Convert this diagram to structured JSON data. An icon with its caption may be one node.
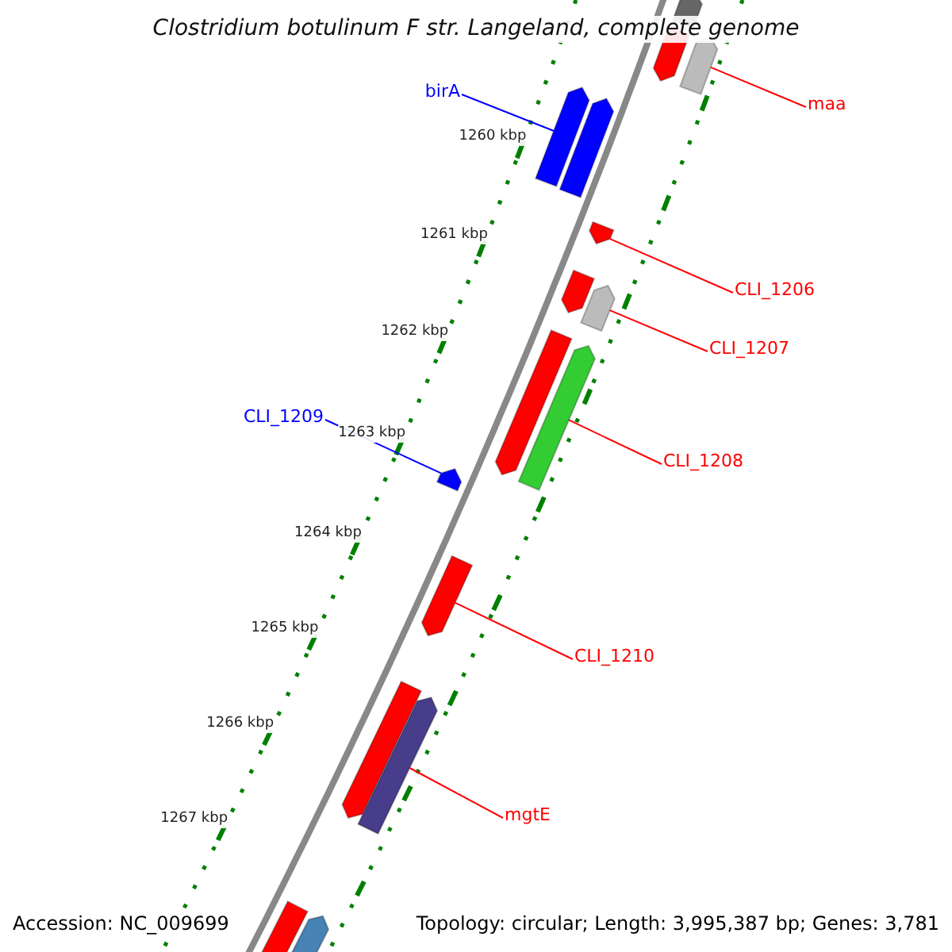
{
  "diagram": {
    "title": "Clostridium botulinum F str. Langeland, complete genome",
    "nodes": [
      {
        "text": [
          "birA"
        ]
      },
      {
        "text": [],
        "shape": "bar"
      },
      {
        "text": [
          "maa"
        ]
      },
      {
        "text": [],
        "shape": "bar"
      },
      {
        "text": [
          "CLI_1206"
        ]
      },
      {
        "text": [],
        "shape": "bar"
      },
      {
        "text": [
          "CLI_1207"
        ]
      },
      {
        "text": [],
        "shape": "bar"
      },
      {
        "text": [
          "CLI_1208"
        ]
      },
      {
        "text": [],
        "shape": "bar"
      },
      {
        "text": [
          "CLI_1209"
        ]
      },
      {
        "text": [],
        "shape": "bar"
      },
      {
        "text": [
          "CLI_1210"
        ]
      },
      {
        "text": [],
        "shape": "bar"
      },
      {
        "text": [
          "mgtE"
        ]
      },
      {
        "text": [],
        "shape": "bar"
      },
      {
        "text": [],
        "shape": "bar"
      },
      {
        "text": [],
        "shape": "bar"
      },
      {
        "text": [],
        "shape": "bar"
      },
      {
        "text": [],
        "shape": "bar"
      },
      {
        "text": [],
        "shape": "bar"
      },
      {
        "text": [],
        "shape": "bar"
      },
      {
        "text": [],
        "shape": "bar"
      },
      {
        "text": [],
        "shape": "bar"
      }
    ],
    "edges": [
      {
        "from": 0,
        "to": 1,
        "arrow": "none",
        "color": "#0000ff"
      },
      {
        "from": 2,
        "to": 3,
        "arrow": "none"
      },
      {
        "from": 4,
        "to": 5,
        "arrow": "none"
      },
      {
        "from": 6,
        "to": 7,
        "arrow": "none"
      },
      {
        "from": 8,
        "to": 9,
        "arrow": "none"
      },
      {
        "from": 10,
        "to": 11,
        "arrow": "none",
        "color": "#0000ff"
      },
      {
        "from": 12,
        "to": 13,
        "arrow": "none"
      },
      {
        "from": 14,
        "to": 15,
        "arrow": "none"
      }
    ],
    "labels": [
      "1260 kbp",
      "1261 kbp",
      "1262 kbp",
      "1263 kbp",
      "1264 kbp",
      "1265 kbp",
      "1266 kbp",
      "1267 kbp",
      "Accession: NC_009699",
      "Topology: circular; Length: 3,995,387 bp; Genes: 3,781"
    ]
  }
}
